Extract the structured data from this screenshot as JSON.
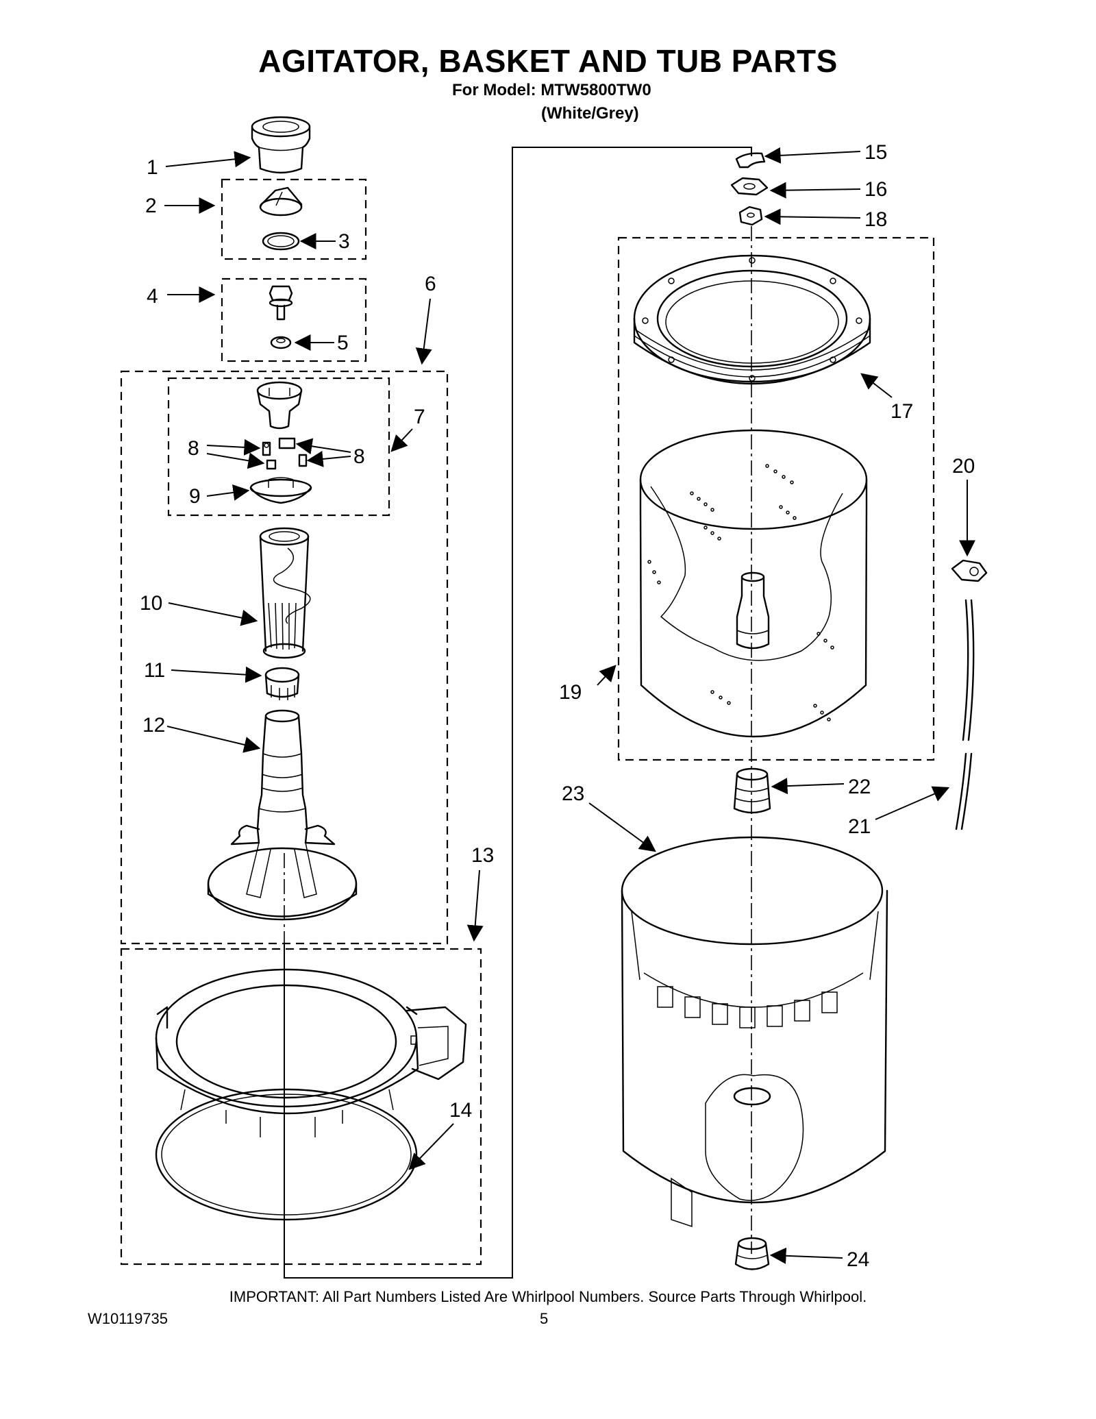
{
  "header": {
    "title": "AGITATOR, BASKET AND TUB PARTS",
    "model": "For Model: MTW5800TW0",
    "color": "(White/Grey)"
  },
  "footer": {
    "notice": "IMPORTANT: All Part Numbers Listed Are Whirlpool Numbers. Source Parts Through Whirlpool.",
    "doc_number": "W10119735",
    "page_number": "5"
  },
  "callouts": {
    "c1": "1",
    "c2": "2",
    "c3": "3",
    "c4": "4",
    "c5": "5",
    "c6": "6",
    "c7": "7",
    "c8a": "8",
    "c8b": "8",
    "c9": "9",
    "c10": "10",
    "c11": "11",
    "c12": "12",
    "c13": "13",
    "c14": "14",
    "c15": "15",
    "c16": "16",
    "c17": "17",
    "c18": "18",
    "c19": "19",
    "c20": "20",
    "c21": "21",
    "c22": "22",
    "c23": "23",
    "c24": "24"
  }
}
